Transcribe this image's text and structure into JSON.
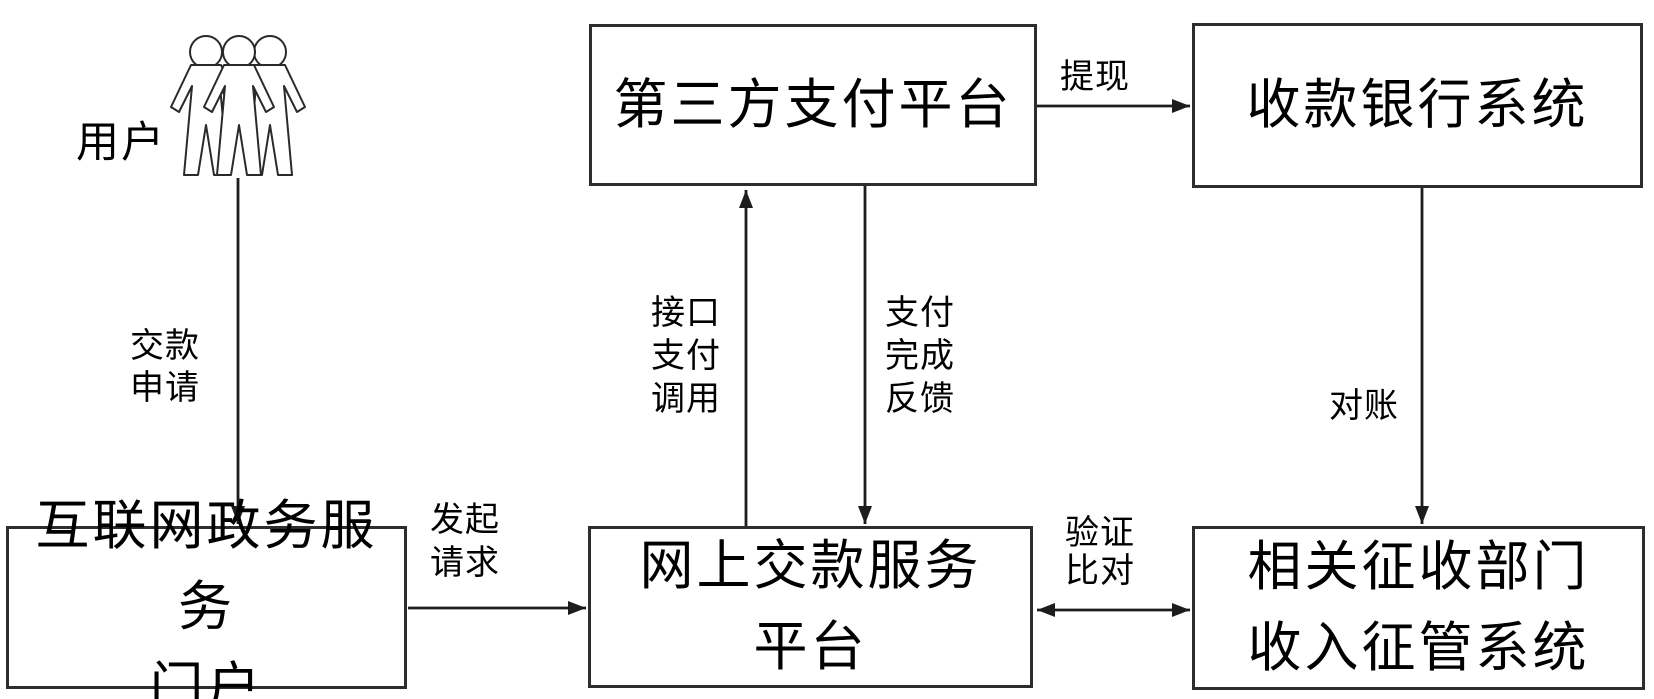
{
  "diagram_type": "flowchart",
  "colors": {
    "background": "#ffffff",
    "node_border": "#2d2d2d",
    "node_fill": "#ffffff",
    "line": "#1c1c1c",
    "text": "#000000"
  },
  "icons": {
    "users_icon": "three-person-group-outline"
  },
  "nodes": {
    "user": {
      "label": "用户",
      "type": "actor"
    },
    "third_party_payment": {
      "label": "第三方支付平台",
      "type": "box"
    },
    "receiving_bank": {
      "label": "收款银行系统",
      "type": "box"
    },
    "gov_portal": {
      "label": "互联网政务服务\n门户",
      "type": "box"
    },
    "online_payment": {
      "label": "网上交款服务\n平台",
      "type": "box"
    },
    "revenue_system": {
      "label": "相关征收部门\n收入征管系统",
      "type": "box"
    }
  },
  "edges": {
    "payment_request": {
      "label": "交款\n申请",
      "from": "user",
      "to": "gov_portal",
      "arrow": "down"
    },
    "initiate_request": {
      "label": "发起\n请求",
      "from": "gov_portal",
      "to": "online_payment",
      "arrow": "right"
    },
    "interface_payment_call": {
      "label": "接口\n支付\n调用",
      "from": "online_payment",
      "to": "third_party_payment",
      "arrow": "up"
    },
    "payment_done_feedback": {
      "label": "支付\n完成\n反馈",
      "from": "third_party_payment",
      "to": "online_payment",
      "arrow": "down"
    },
    "withdraw": {
      "label": "提现",
      "from": "third_party_payment",
      "to": "receiving_bank",
      "arrow": "right"
    },
    "reconciliation": {
      "label": "对账",
      "from": "receiving_bank",
      "to": "revenue_system",
      "arrow": "down"
    },
    "verify_compare": {
      "label": "验证\n比对",
      "from": "online_payment",
      "to": "revenue_system",
      "arrow": "both"
    }
  }
}
